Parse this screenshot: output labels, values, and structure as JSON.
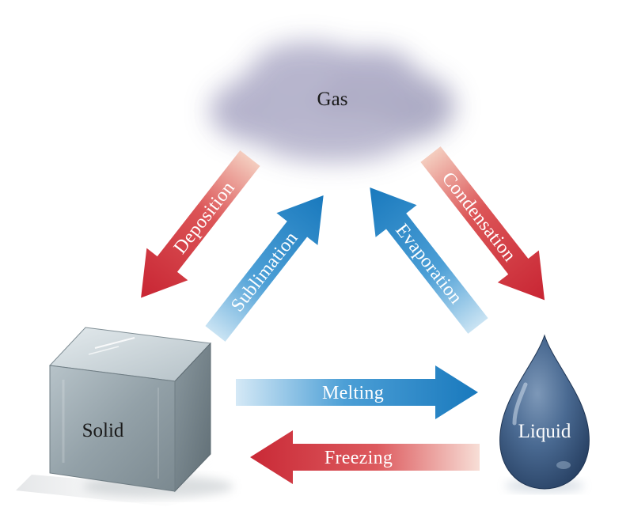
{
  "states": {
    "gas": "Gas",
    "solid": "Solid",
    "liquid": "Liquid"
  },
  "transitions": {
    "deposition": "Deposition",
    "sublimation": "Sublimation",
    "evaporation": "Evaporation",
    "condensation": "Condensation",
    "melting": "Melting",
    "freezing": "Freezing"
  },
  "colors": {
    "heating_arrow": "#2a86c4",
    "cooling_arrow": "#d3323f",
    "cloud": "#9e9cb9",
    "liquid_drop": "#3a5c85",
    "solid_cube": "#8d9ba3"
  }
}
